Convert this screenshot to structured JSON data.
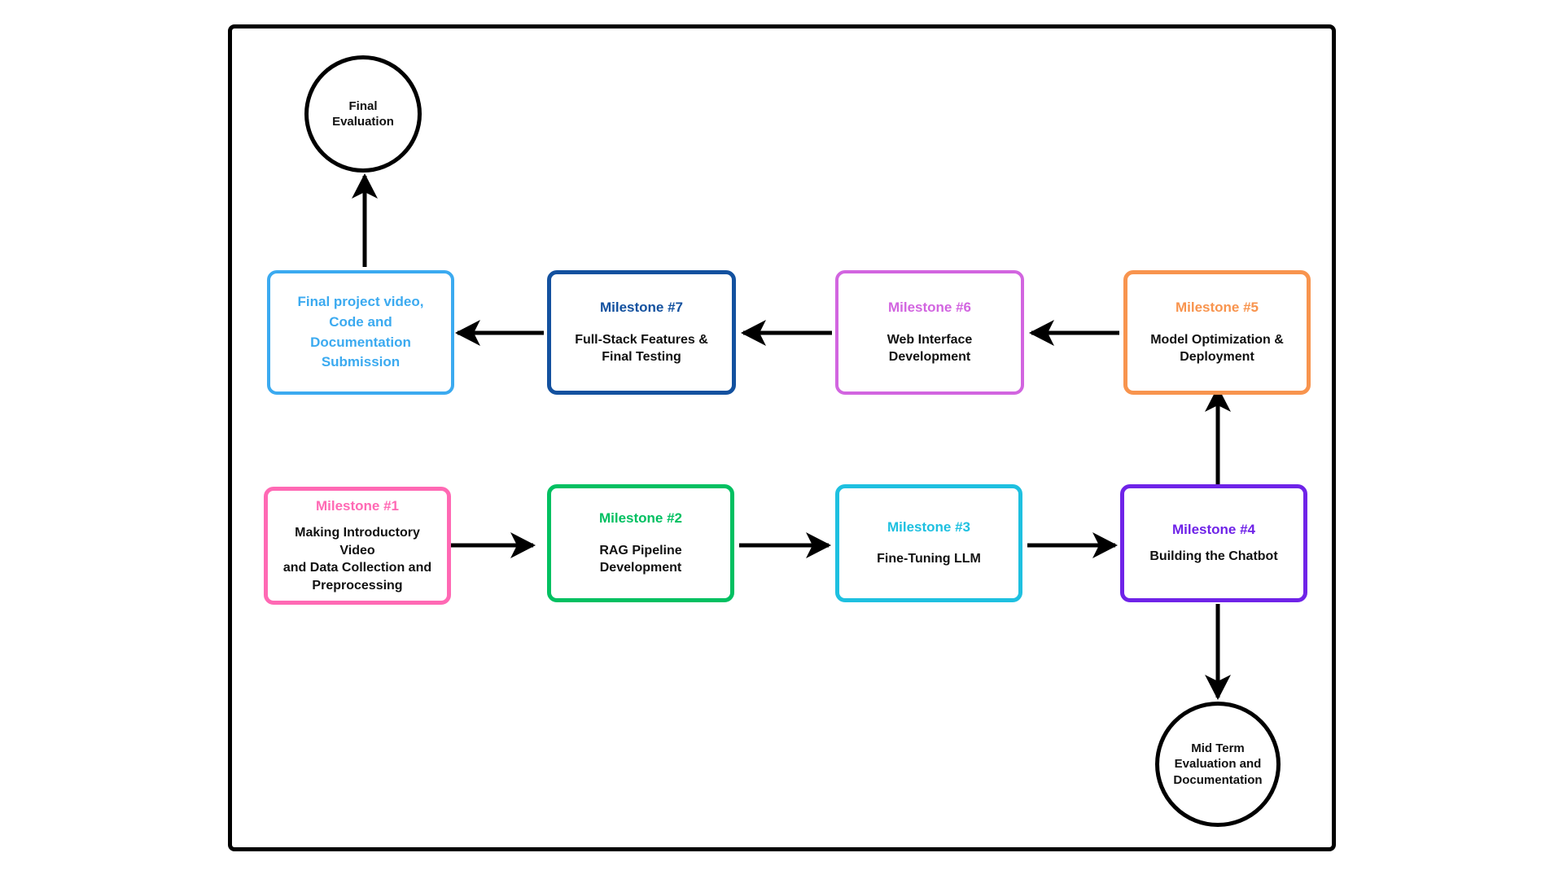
{
  "diagram": {
    "kind": "project-milestone-flowchart",
    "frame": {
      "border_color": "#000000"
    },
    "nodes": [
      {
        "id": "milestone-1",
        "title": "Milestone #1",
        "description": "Making Introductory Video\nand Data Collection and\nPreprocessing",
        "color": "#FF69B4",
        "shape": "rounded-rect"
      },
      {
        "id": "milestone-2",
        "title": "Milestone #2",
        "description": "RAG Pipeline\nDevelopment",
        "color": "#00C061",
        "shape": "rounded-rect"
      },
      {
        "id": "milestone-3",
        "title": "Milestone #3",
        "description": "Fine-Tuning LLM",
        "color": "#1EC0E0",
        "shape": "rounded-rect"
      },
      {
        "id": "milestone-4",
        "title": "Milestone #4",
        "description": "Building the Chatbot",
        "color": "#6F23E8",
        "shape": "rounded-rect"
      },
      {
        "id": "milestone-5",
        "title": "Milestone #5",
        "description": "Model Optimization &\nDeployment",
        "color": "#F8944E",
        "shape": "rounded-rect"
      },
      {
        "id": "milestone-6",
        "title": "Milestone #6",
        "description": "Web Interface\nDevelopment",
        "color": "#D265E0",
        "shape": "rounded-rect"
      },
      {
        "id": "milestone-7",
        "title": "Milestone #7",
        "description": "Full-Stack Features &\nFinal Testing",
        "color": "#13519F",
        "shape": "rounded-rect"
      },
      {
        "id": "final-submission",
        "title": "",
        "description": "Final project video,\nCode and\nDocumentation\nSubmission",
        "color": "#3BAAF0",
        "shape": "rounded-rect"
      },
      {
        "id": "mid-term-evaluation",
        "title": "",
        "description": "Mid Term\nEvaluation and\nDocumentation",
        "color": "#000000",
        "shape": "circle"
      },
      {
        "id": "final-evaluation",
        "title": "",
        "description": "Final\nEvaluation",
        "color": "#000000",
        "shape": "circle"
      }
    ],
    "edges": [
      {
        "from": "milestone-1",
        "to": "milestone-2",
        "direction": "right"
      },
      {
        "from": "milestone-2",
        "to": "milestone-3",
        "direction": "right"
      },
      {
        "from": "milestone-3",
        "to": "milestone-4",
        "direction": "right"
      },
      {
        "from": "milestone-4",
        "to": "mid-term-evaluation",
        "direction": "down"
      },
      {
        "from": "milestone-4",
        "to": "milestone-5",
        "direction": "up"
      },
      {
        "from": "milestone-5",
        "to": "milestone-6",
        "direction": "left"
      },
      {
        "from": "milestone-6",
        "to": "milestone-7",
        "direction": "left"
      },
      {
        "from": "milestone-7",
        "to": "final-submission",
        "direction": "left"
      },
      {
        "from": "final-submission",
        "to": "final-evaluation",
        "direction": "up"
      }
    ],
    "edge_color": "#000000"
  }
}
